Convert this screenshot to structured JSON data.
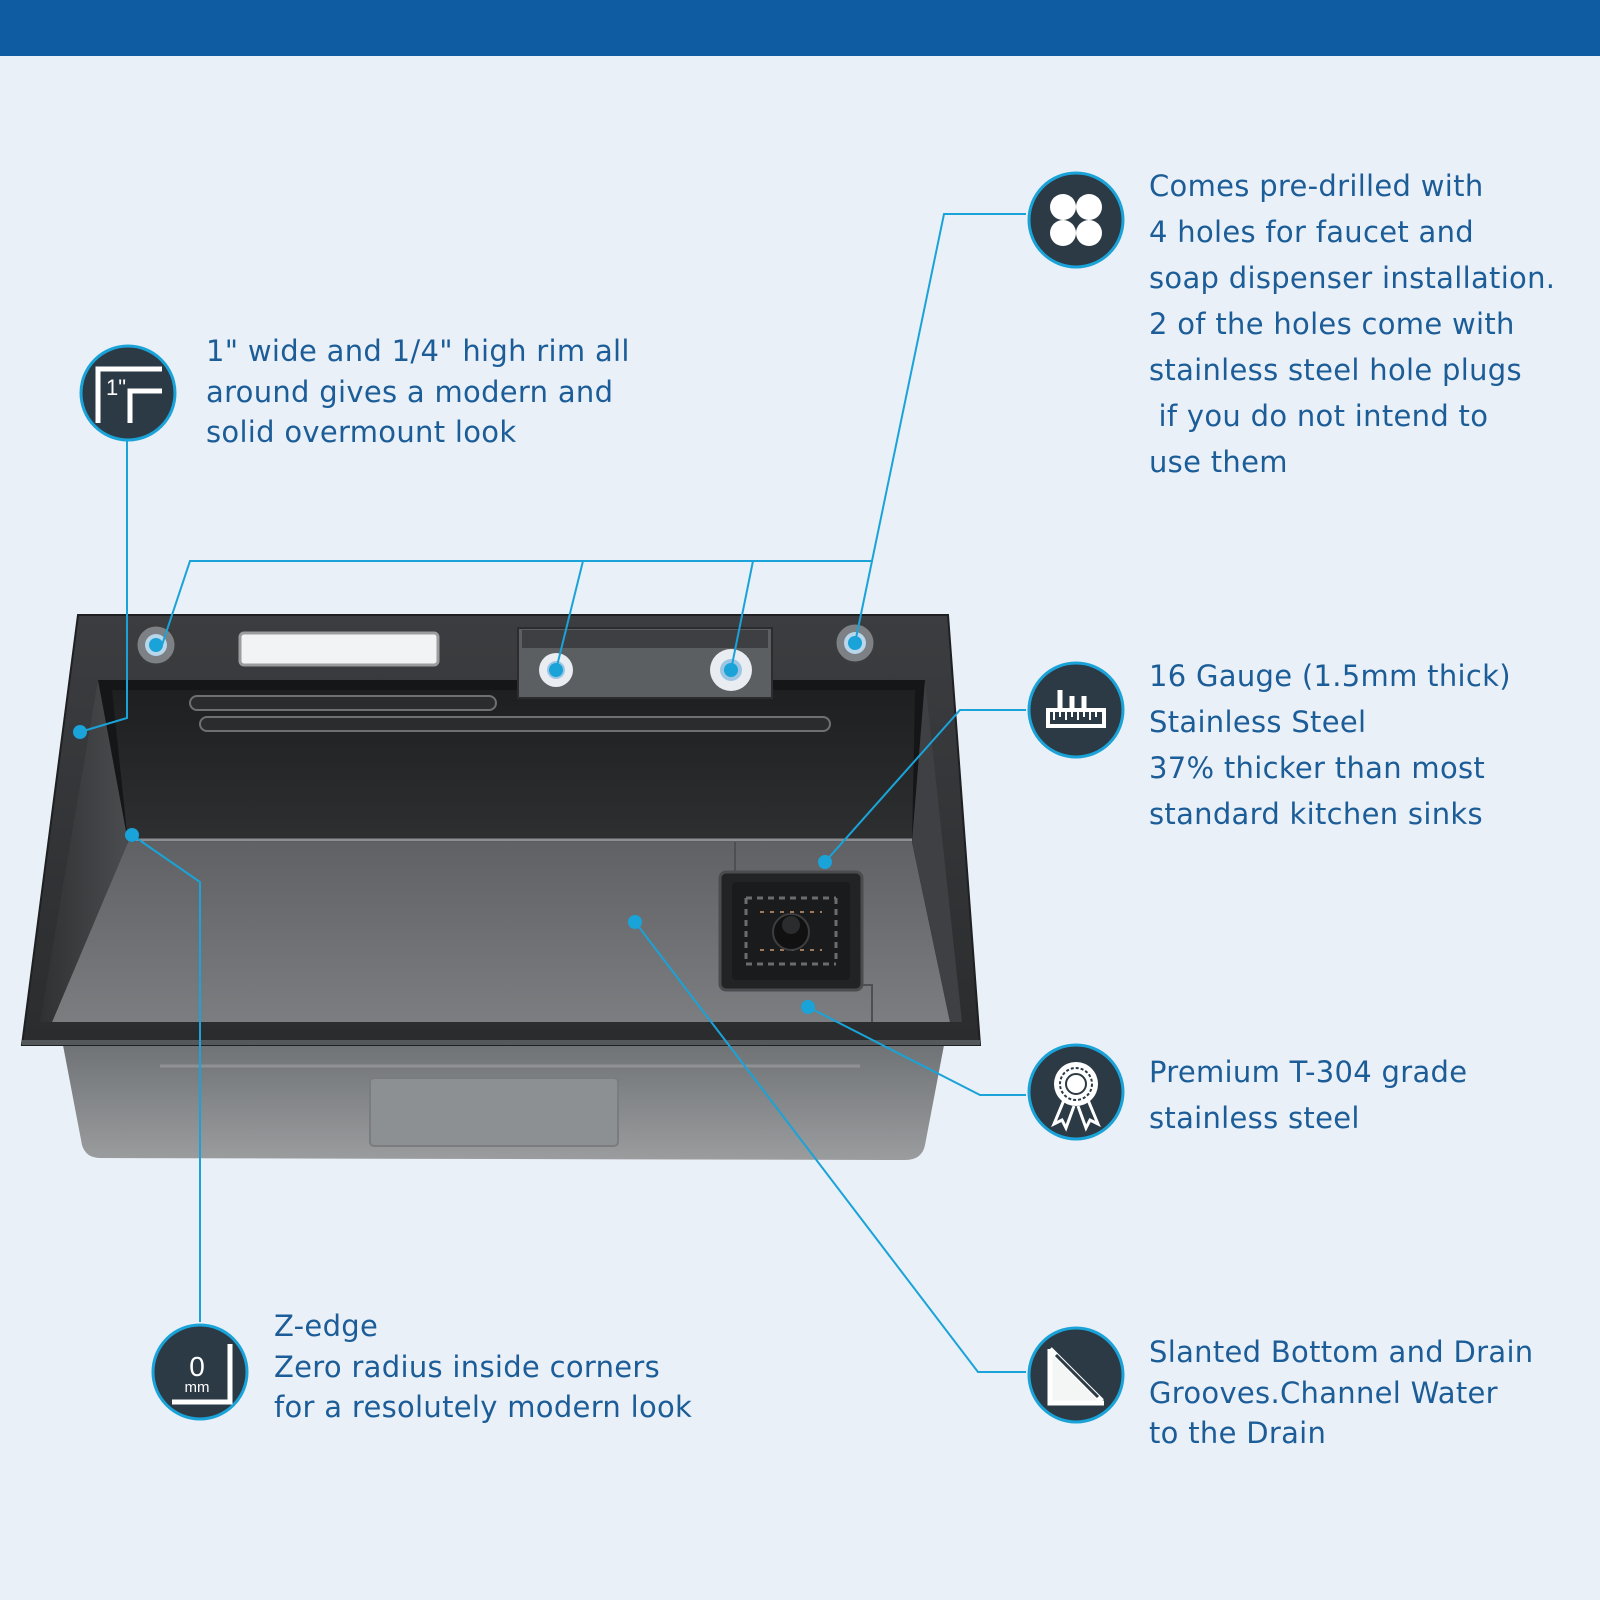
{
  "colors": {
    "header_bar": "#0f5ca2",
    "background": "#e9f0f8",
    "text": "#1c5d98",
    "callout_line": "#1aa3d8",
    "badge_fill": "#2b3a45"
  },
  "features": {
    "rim": {
      "icon": "rim-width-1-inch-icon",
      "icon_label": "1\"",
      "lines": [
        "1\" wide and 1/4\" high rim all",
        "around gives a modern and",
        "solid overmount look"
      ]
    },
    "holes": {
      "icon": "four-holes-icon",
      "lines": [
        "Comes pre-drilled with",
        "4 holes for faucet and",
        "soap dispenser installation.",
        "2 of the holes come with",
        "stainless steel hole plugs",
        " if you do not intend to",
        "use them"
      ]
    },
    "gauge": {
      "icon": "thickness-gauge-icon",
      "lines": [
        "16 Gauge (1.5mm thick)",
        "Stainless Steel",
        "37% thicker than most",
        "standard kitchen sinks"
      ]
    },
    "grade": {
      "icon": "award-ribbon-icon",
      "lines": [
        "Premium T-304 grade",
        "stainless steel"
      ]
    },
    "zedge": {
      "icon": "zero-radius-corner-icon",
      "icon_value": "0",
      "icon_unit": "mm",
      "lines": [
        "Z-edge",
        "Zero radius inside corners",
        "for a resolutely modern look"
      ]
    },
    "slant": {
      "icon": "slanted-bottom-icon",
      "lines": [
        "Slanted Bottom and Drain",
        "Grooves.Channel Water",
        "to the Drain"
      ]
    }
  }
}
